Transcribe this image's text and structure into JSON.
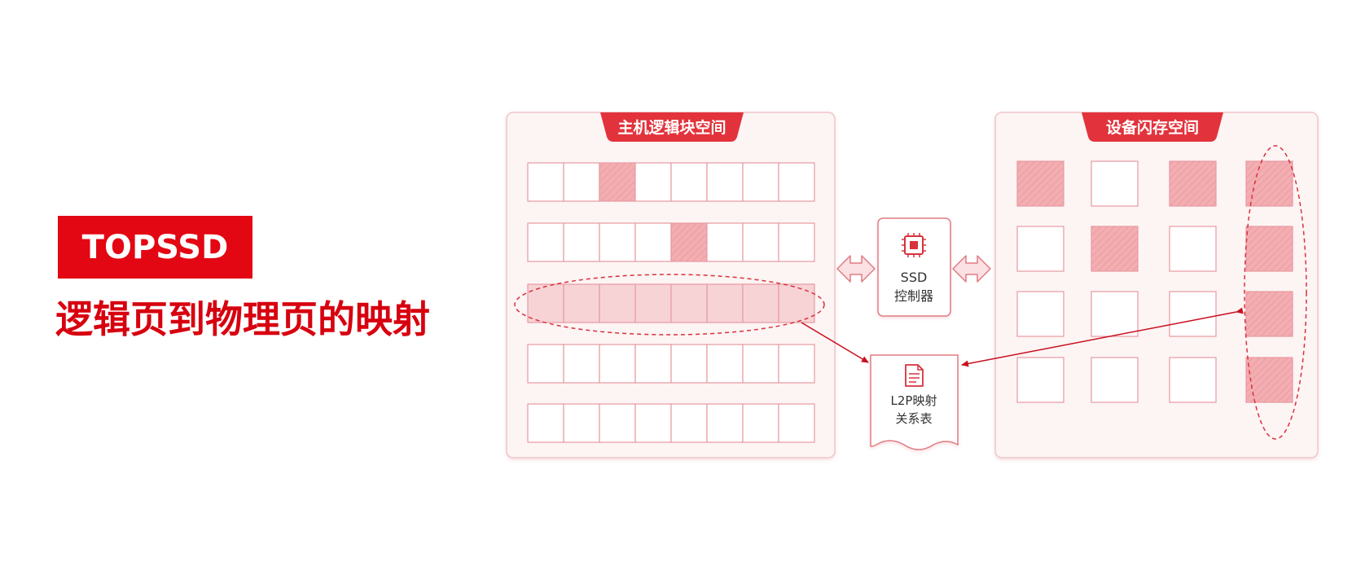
{
  "logo": {
    "text": "TOPSSD"
  },
  "title": "逻辑页到物理页的映射",
  "host_panel": {
    "label": "主机逻辑块空间",
    "rows": 5,
    "cols": 8,
    "highlighted_cells": [
      [
        0,
        2
      ],
      [
        1,
        4
      ]
    ],
    "selected_row": 2
  },
  "device_panel": {
    "label": "设备闪存空间",
    "rows": 4,
    "cols": 4,
    "highlighted_cells": [
      [
        0,
        0
      ],
      [
        0,
        2
      ],
      [
        0,
        3
      ],
      [
        1,
        1
      ],
      [
        1,
        3
      ],
      [
        2,
        3
      ],
      [
        3,
        3
      ]
    ],
    "selected_col": 3
  },
  "controller": {
    "line1": "SSD",
    "line2": "控制器"
  },
  "l2p_table": {
    "line1": "L2P映射",
    "line2": "关系表"
  },
  "colors": {
    "brand_red": "#e30613",
    "title_red": "#d7000f",
    "badge_red": "#e2333c",
    "cell_border": "#e79aa0",
    "cell_fill_highlight": "#f3aeb2",
    "panel_bg": "#fdf4f4",
    "panel_border": "#f0c6c9",
    "arrow": "#c8101e"
  },
  "icons": {
    "chip": "chip-icon",
    "document": "document-icon",
    "double_arrow": "double-arrow-icon"
  }
}
